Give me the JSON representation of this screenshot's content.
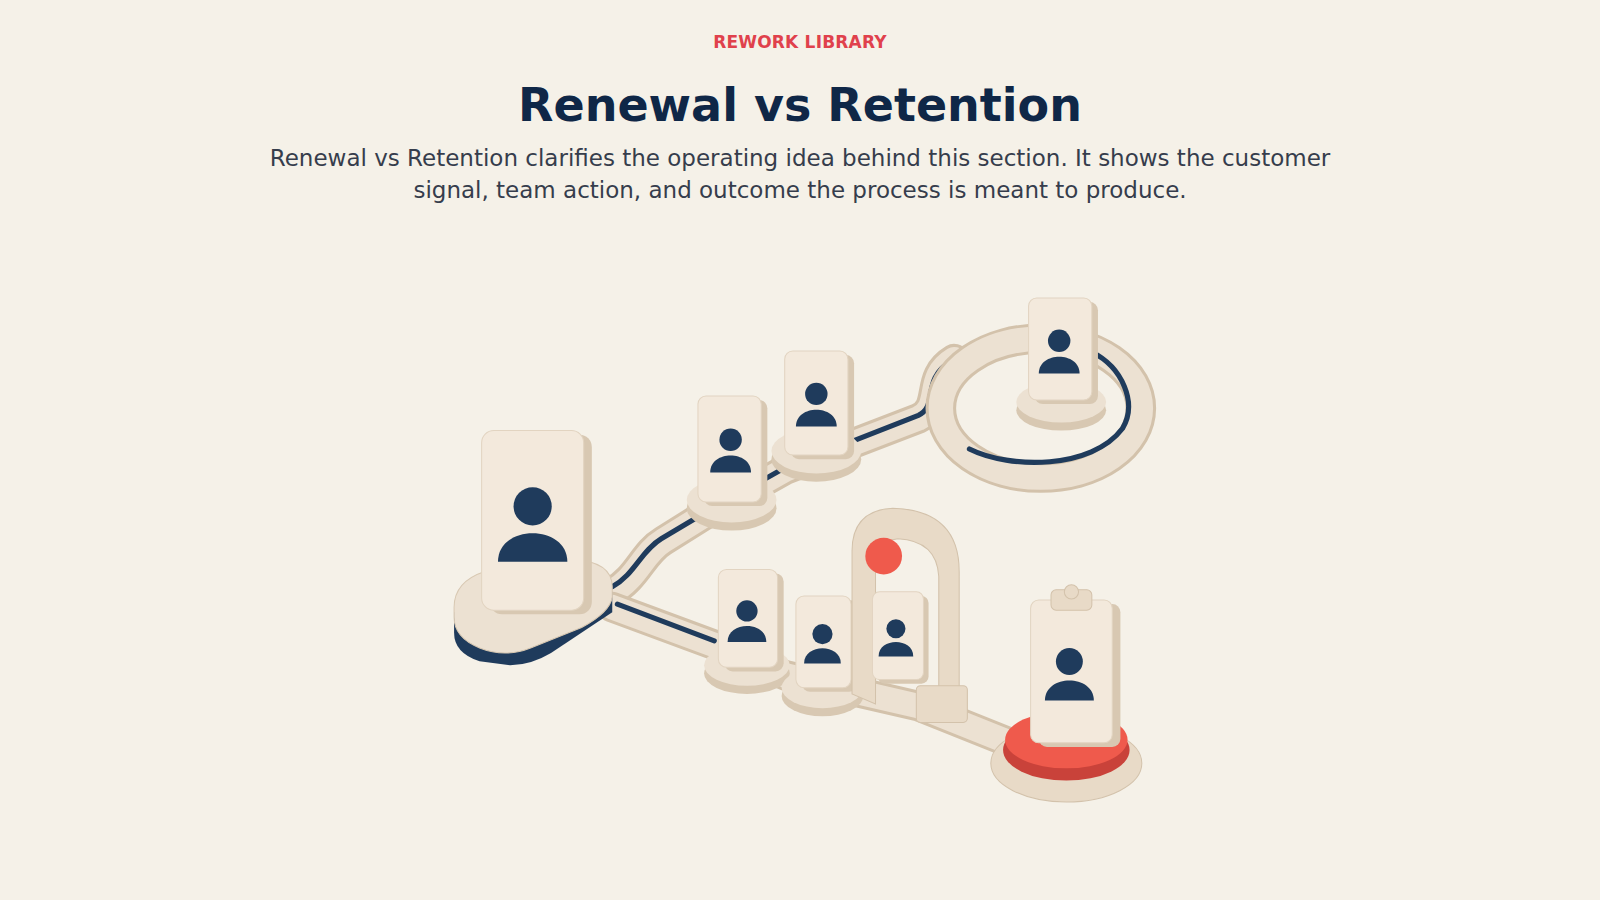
{
  "diagram": {
    "title": "Renewal vs Retention",
    "caption": "Renewal vs Retention clarifies the operating idea behind this section. It shows the customer signal, team action, and outcome the process is meant to produce.",
    "labels": [
      "REWORK LIBRARY"
    ]
  }
}
